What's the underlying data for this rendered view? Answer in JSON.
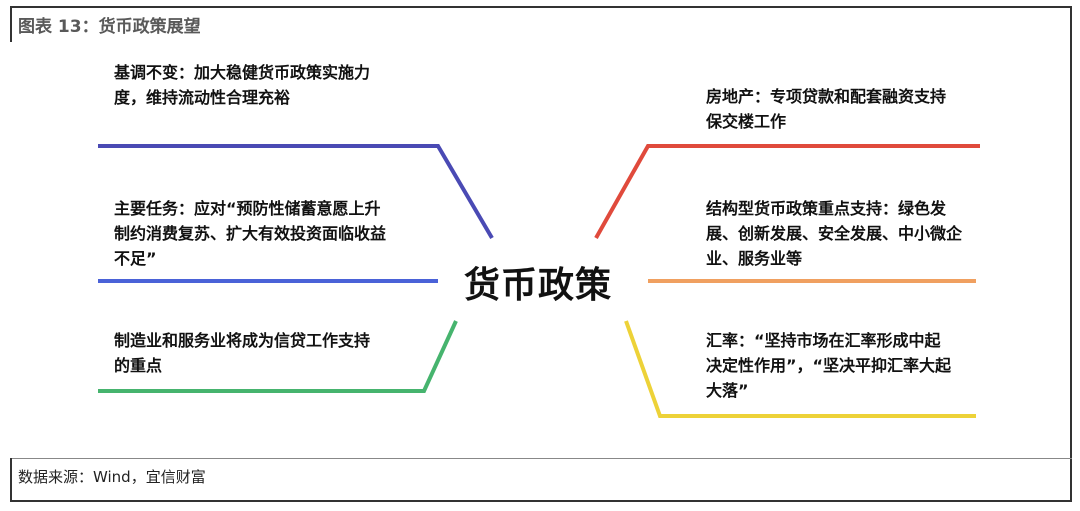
{
  "title": "图表 13：货币政策展望",
  "center_label": "货币政策",
  "source": "数据来源：Wind，宜信财富",
  "branches": {
    "left_top": {
      "text": "基调不变：加大稳健货币政策实施力度，维持流动性合理充裕",
      "color": "#4A4AB4"
    },
    "left_mid": {
      "text": "主要任务：应对“预防性储蓄意愿上升制约消费复苏、扩大有效投资面临收益不足”",
      "color": "#4A62D8"
    },
    "left_bottom": {
      "text": "制造业和服务业将成为信贷工作支持的重点",
      "color": "#46B46E"
    },
    "right_top": {
      "text": "房地产：专项贷款和配套融资支持保交楼工作",
      "color": "#E04A3C"
    },
    "right_mid": {
      "text": "结构型货币政策重点支持：绿色发展、创新发展、安全发展、中小微企业、服务业等",
      "color": "#F0A060"
    },
    "right_bottom": {
      "text": "汇率：“坚持市场在汇率形成中起决定性作用”，“坚决平抑汇率大起大落”",
      "color": "#EDD238"
    }
  }
}
